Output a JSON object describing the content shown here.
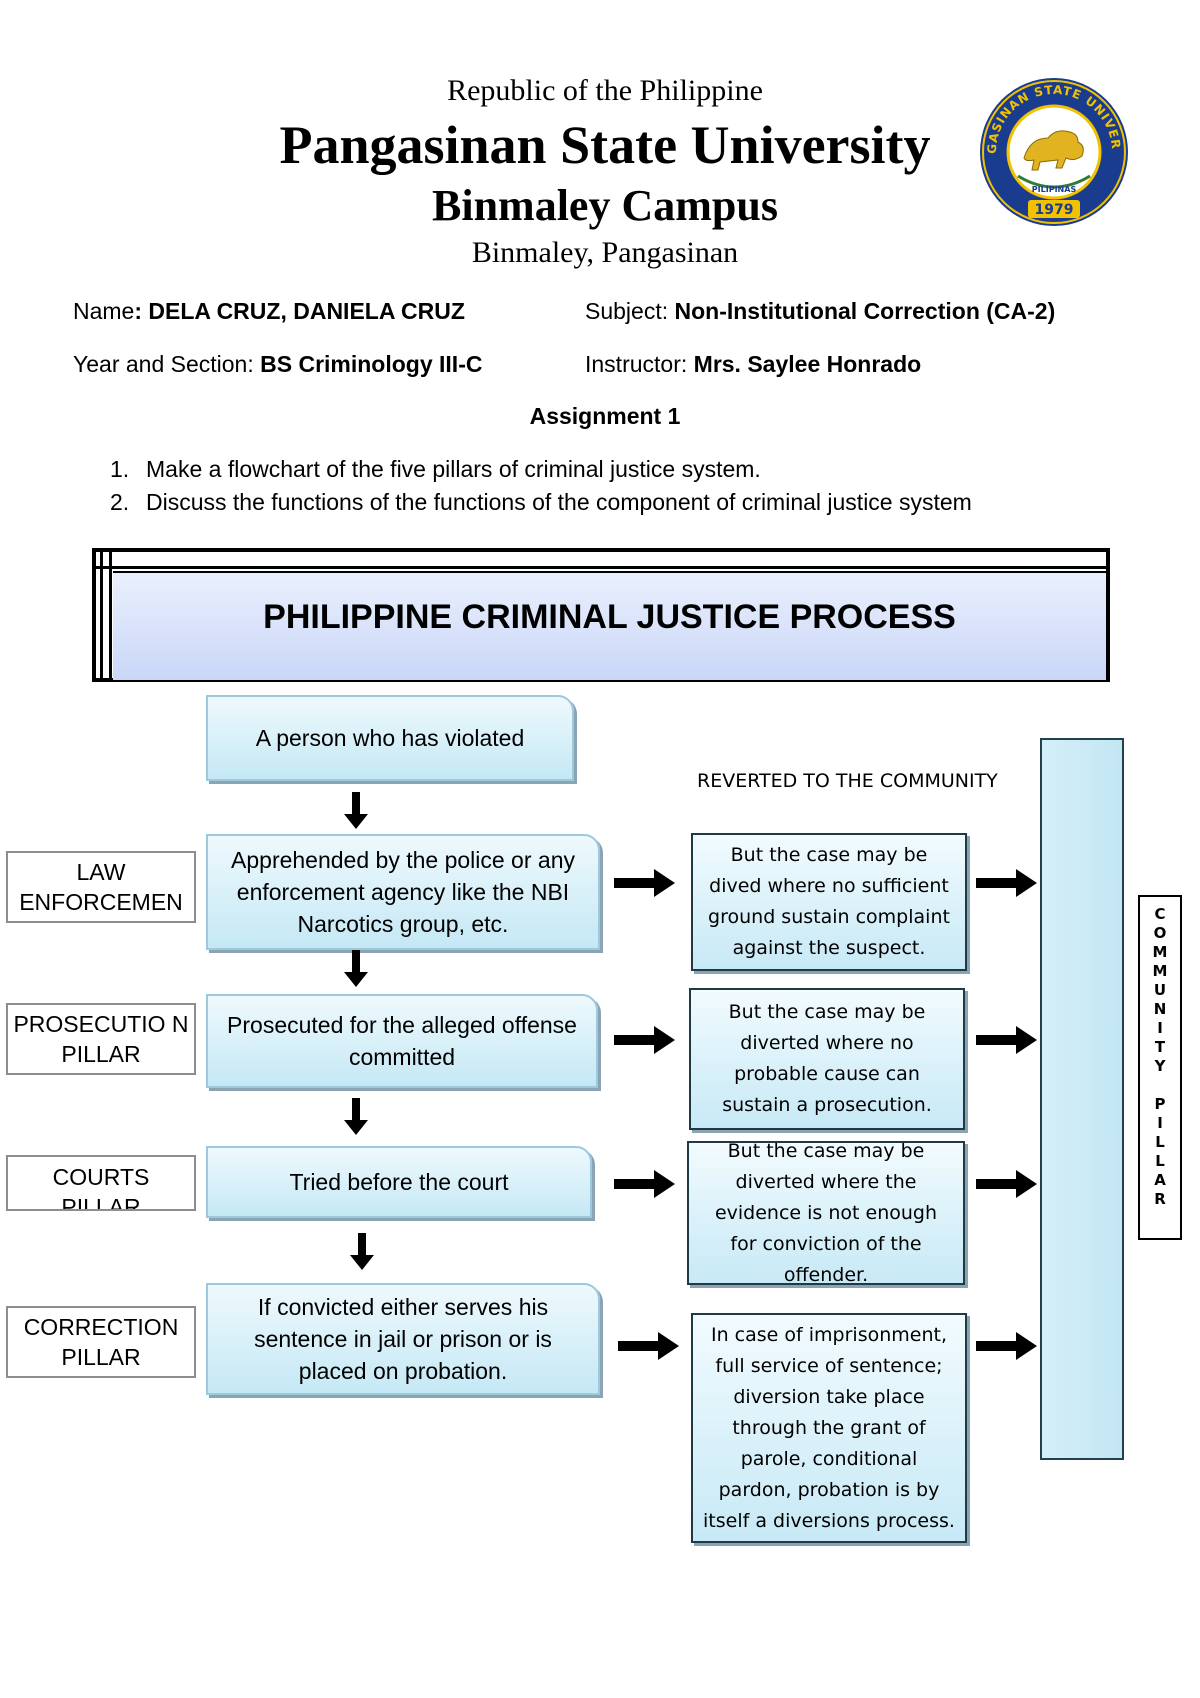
{
  "header": {
    "republic": "Republic of the Philippine",
    "university": "Pangasinan State University",
    "campus": "Binmaley Campus",
    "location": "Binmaley, Pangasinan",
    "seal": {
      "ring_text": "PANGASINAN STATE UNIVERSITY",
      "motto": "PILIPINAS",
      "year": "1979"
    }
  },
  "student_info": {
    "name_label": "Name",
    "name_value": "DELA CRUZ, DANIELA CRUZ",
    "subject_label": "Subject:",
    "subject_value": "Non-Institutional Correction (CA-2)",
    "year_label": "Year and Section:",
    "year_value": "BS Criminology III-C",
    "instructor_label": "Instructor:",
    "instructor_value": "Mrs. Saylee Honrado"
  },
  "assignment": {
    "title": "Assignment 1",
    "tasks": [
      {
        "num": "1.",
        "text": "Make a flowchart of the five pillars of criminal justice system."
      },
      {
        "num": "2.",
        "text": "Discuss the functions of the functions of the component of criminal justice system"
      }
    ]
  },
  "flowchart": {
    "title": "PHILIPPINE CRIMINAL JUSTICE PROCESS",
    "start": "A person who has violated",
    "reverted_label": "REVERTED TO THE COMMUNITY",
    "pillars": [
      {
        "label": "LAW ENFORCEMEN",
        "step": "Apprehended by the police or any enforcement agency like the NBI Narcotics group, etc.",
        "diversion": "But the case may be dived where no sufficient ground sustain complaint against the suspect."
      },
      {
        "label": "PROSECUTIO N PILLAR",
        "step": "Prosecuted for the alleged offense committed",
        "diversion": "But the case may be diverted where no probable cause can sustain a prosecution."
      },
      {
        "label": "COURTS PILLAR",
        "step": "Tried before the court",
        "diversion": "But the case may be diverted where the evidence is not enough for conviction of the offender."
      },
      {
        "label": "CORRECTION PILLAR",
        "step": "If convicted either serves his sentence in jail or prison or is placed on probation.",
        "diversion": "In case of imprisonment, full service of sentence; diversion take place through the grant of parole, conditional pardon, probation is by itself a diversions process."
      }
    ],
    "community_pillar": "COMMUNITY PILLAR"
  },
  "colors": {
    "banner_fill": "#c9d6f7",
    "box_fill": "#c5e8f5",
    "seal_blue": "#1a3c8f",
    "seal_gold": "#f2c200"
  }
}
